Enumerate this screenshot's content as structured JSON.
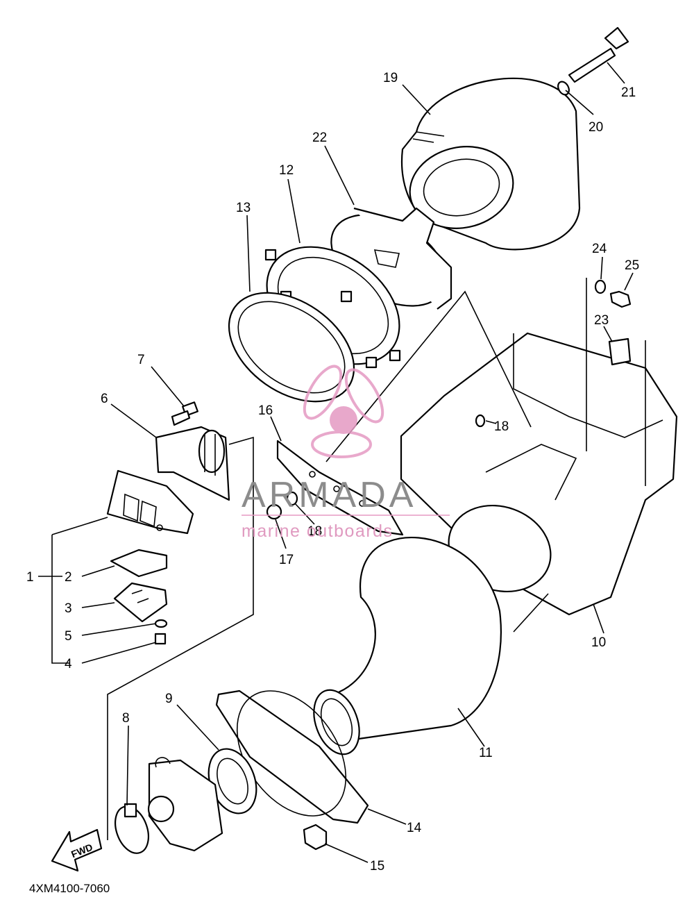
{
  "diagram": {
    "ref_code": "4XM4100-7060",
    "direction_arrow": "FWD",
    "callouts": [
      "1",
      "2",
      "3",
      "5",
      "4",
      "6",
      "7",
      "8",
      "9",
      "10",
      "11",
      "12",
      "13",
      "14",
      "15",
      "16",
      "17",
      "18",
      "18",
      "19",
      "20",
      "21",
      "22",
      "23",
      "24",
      "25"
    ]
  },
  "watermark": {
    "brand": "ARMADA",
    "tagline": "marine outboards",
    "colors": {
      "logo": "#e59ac3",
      "brand": "#8c8c8c"
    }
  }
}
